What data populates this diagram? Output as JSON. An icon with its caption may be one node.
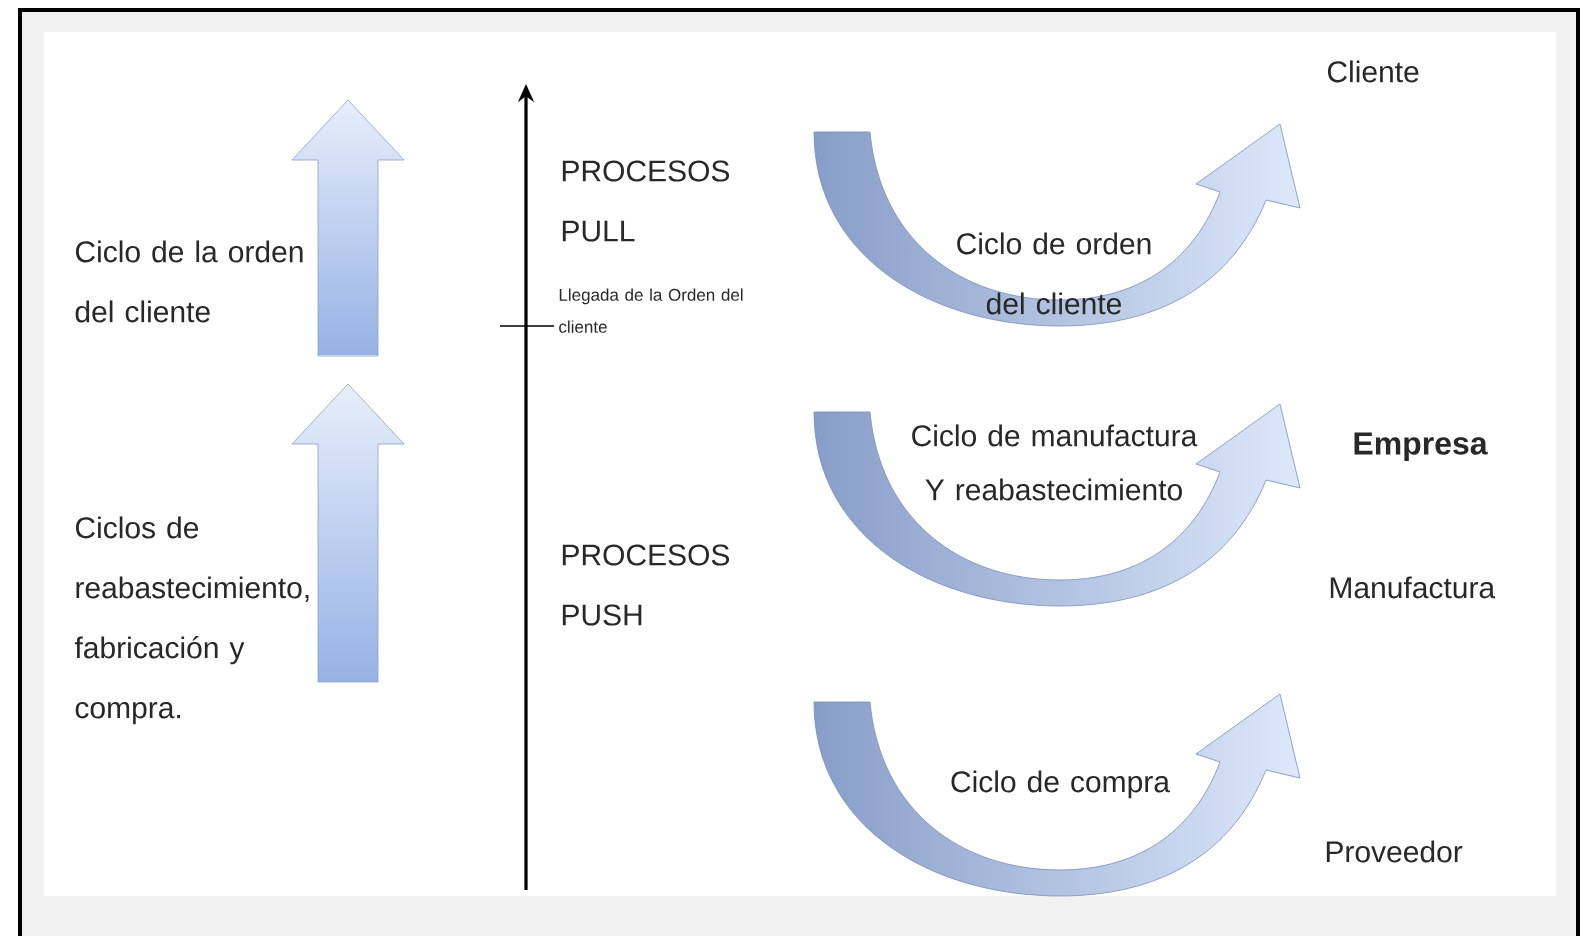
{
  "diagram": {
    "labels": [
      "Ciclo de la orden del cliente",
      "PROCESOS PULL",
      "Llegada de la Orden del cliente",
      "Cliente",
      "Ciclo de orden del cliente",
      "Ciclo de manufactura Y reabastecimiento",
      "Empresa",
      "Ciclos de reabastecimiento, fabricación y compra.",
      "PROCESOS PUSH",
      "Manufactura",
      "Ciclo de compra",
      "Proveedor"
    ]
  }
}
